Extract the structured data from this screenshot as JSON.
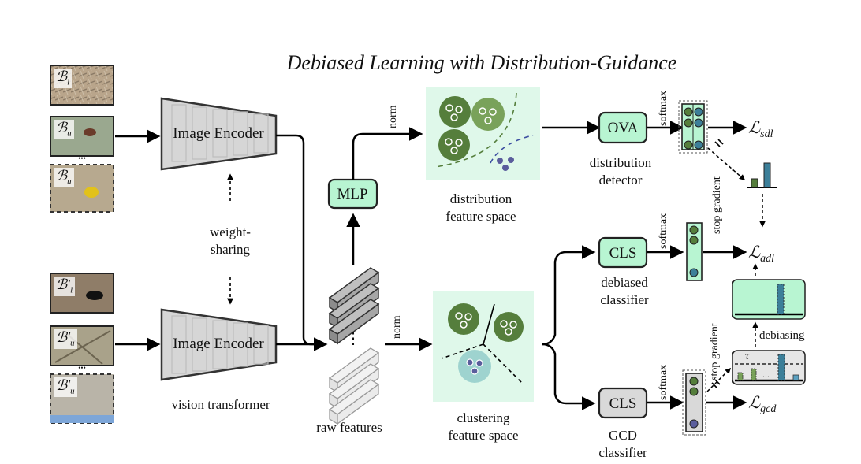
{
  "title": "Debiased Learning with Distribution-Guidance",
  "encoders": {
    "top": "Image Encoder",
    "bottom": "Image Encoder",
    "shared_label": "weight-\nsharing",
    "backbone_caption": "vision transformer"
  },
  "batches": {
    "top": [
      {
        "symbol": "ℬ",
        "sub": "l",
        "prime": ""
      },
      {
        "symbol": "ℬ",
        "sub": "u",
        "prime": ""
      },
      {
        "symbol": "ℬ",
        "sub": "u",
        "prime": ""
      }
    ],
    "bottom": [
      {
        "symbol": "ℬ",
        "sub": "l",
        "prime": "′"
      },
      {
        "symbol": "ℬ",
        "sub": "u",
        "prime": "′"
      },
      {
        "symbol": "ℬ",
        "sub": "u",
        "prime": "′"
      }
    ],
    "ellipsis": "•••"
  },
  "mlp": "MLP",
  "raw_features": "raw features",
  "ellipsis_vertical": "⋮",
  "norm_top": "norm",
  "norm_bottom": "norm",
  "distribution_space": "distribution\nfeature space",
  "clustering_space": "clustering\nfeature space",
  "heads": {
    "ova": {
      "label": "OVA",
      "caption": "distribution\ndetector"
    },
    "cls_debiased": {
      "label": "CLS",
      "caption": "debiased\nclassifier"
    },
    "cls_gcd": {
      "label": "CLS",
      "caption": "GCD\nclassifier"
    }
  },
  "softmax": "softmax",
  "stop_gradient": "stop gradient",
  "debiasing": "debiasing",
  "tau": "τ",
  "dots": "...",
  "losses": {
    "sdl": {
      "symbol": "ℒ",
      "sub": "sdl"
    },
    "adl": {
      "symbol": "ℒ",
      "sub": "adl"
    },
    "gcd": {
      "symbol": "ℒ",
      "sub": "gcd"
    }
  },
  "colors": {
    "mint": "#dff8ea",
    "mint_box": "#b8f5d2",
    "dark_green": "#557e3c",
    "mid_green": "#79a25a",
    "teal_cluster": "#9ed3cf",
    "purple_dot": "#5a5d9c",
    "gray_box": "#d9d9d9",
    "encoder_fill": "#d6d6d6"
  }
}
